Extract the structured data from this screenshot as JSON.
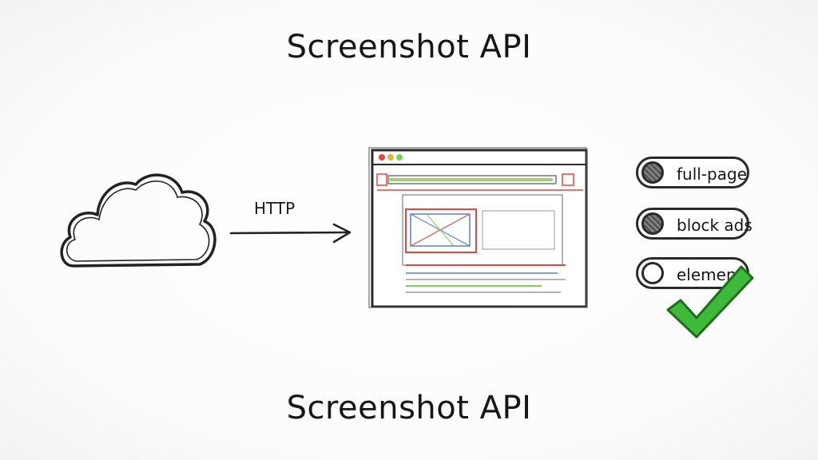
{
  "title_top": "Screenshot API",
  "title_bottom": "Screenshot API",
  "connector": {
    "label": "HTTP"
  },
  "options": [
    {
      "label": "full-page",
      "state": "on"
    },
    {
      "label": "block ads",
      "state": "on"
    },
    {
      "label": "element",
      "state": "off"
    }
  ],
  "colors": {
    "ink": "#222222",
    "check": "#3fb93a",
    "accent_red": "#e0483c",
    "accent_green": "#7ad05a",
    "accent_blue": "#5a7fd6"
  }
}
